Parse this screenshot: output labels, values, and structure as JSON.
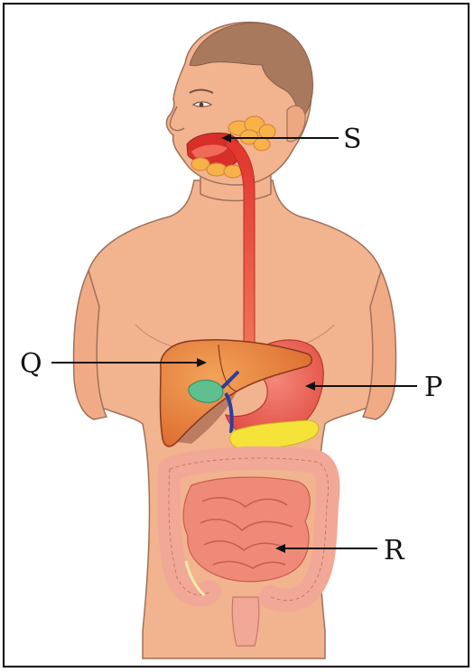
{
  "diagram": {
    "labels": {
      "S": "S",
      "Q": "Q",
      "P": "P",
      "R": "R"
    },
    "colors": {
      "skin": "#f2b38f",
      "skin_outline": "#a0705a",
      "hair": "#a9795d",
      "esophagus": "#e5483a",
      "liver": "#e8833a",
      "stomach": "#ec5a4c",
      "gallbladder": "#5fbf8f",
      "pancreas": "#f6e33a",
      "salivary": "#f7b24a",
      "intestine": "#ef8a78",
      "large_intestine": "#f2a896"
    }
  }
}
